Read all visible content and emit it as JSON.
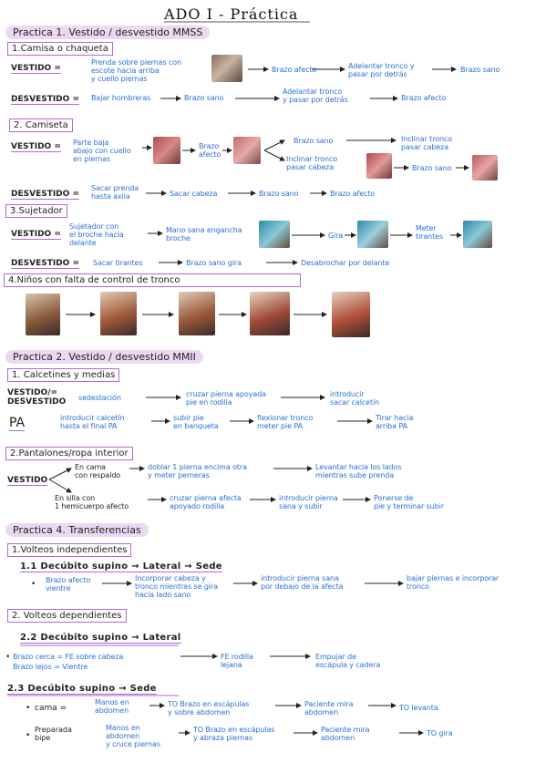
{
  "title": "ADO I - Práctica",
  "p1": {
    "header": "Practica 1. Vestido / desvestido MMSS",
    "s1": {
      "box": "1.Camisa o chaqueta",
      "vestido_label": "VESTIDO =",
      "v1": "Prenda sobre piernas con\nescote hacia arriba\ny cuello piernas",
      "v2": "Brazo afecto",
      "v3": "Adelantar tronco y\npasar por detrás",
      "v4": "Brazo sano",
      "desvestido_label": "DESVESTIDO =",
      "d1": "Bajar hombreras",
      "d2": "Brazo sano",
      "d3": "Adelantar tronco\ny pasar por detrás",
      "d4": "Brazo afecto"
    },
    "s2": {
      "box": "2. Camiseta",
      "vestido_label": "VESTIDO =",
      "v1": "Parte baja\nabajo con cuello\nen piernas",
      "v2": "Brazo\nafecto",
      "v3a": "Brazo sano",
      "v3b": "Inclinar tronco\npasar cabeza",
      "v4a": "Inclinar tronco\npasar cabeza",
      "v4b": "Brazo sano",
      "desvestido_label": "DESVESTIDO =",
      "d1": "Sacar prenda\nhasta axila",
      "d2": "Sacar cabeza",
      "d3": "Brazo sano",
      "d4": "Brazo afecto"
    },
    "s3": {
      "box": "3.Sujetador",
      "vestido_label": "VESTIDO =",
      "v1": "Sujetador con\nel broche hacia\ndelante",
      "v2": "Mano sana engancha\nbroche",
      "v3": "Gira",
      "v4": "Meter\ntirantes",
      "desvestido_label": "DESVESTIDO =",
      "d1": "Sacar tirantes",
      "d2": "Brazo sano gira",
      "d3": "Desabrochar por delante"
    },
    "s4": {
      "box": "4.Niños con falta de control de tronco"
    }
  },
  "p2": {
    "header": "Practica 2. Vestido / desvestido MMII",
    "s1": {
      "box": "1. Calcetines y medias",
      "vestido_label": "VESTIDO/=\nDESVESTIDO",
      "l1": "sedestación",
      "l2": "cruzar pierna apoyada\npie en rodilla",
      "l3": "introducir\nsacar calcetín",
      "pa_label": "PA",
      "pa1": "introducir calcetín\nhasta el final PA",
      "pa2": "subir pie\nen banqueta",
      "pa3": "flexionar tronco\nmeter pie PA",
      "pa4": "Tirar hacia\narriba PA"
    },
    "s2": {
      "box": "2.Pantalones/ropa interior",
      "vestido_label": "VESTIDO",
      "a1": "En cama\ncon respaldo",
      "a2": "doblar 1 pierna encima otra\ny meter perneras",
      "a3": "Levantar hacia los lados\nmientras sube prenda",
      "b1": "En silla con\n1 hemicuerpo afecto",
      "b2": "cruzar pierna afecta\napoyado rodilla",
      "b3": "introducir pierna\nsana y subir",
      "b4": "Ponerse de\npie y terminar subir"
    }
  },
  "p4": {
    "header": "Practica 4. Transferencias",
    "s1": {
      "box": "1.Volteos independientes",
      "sub": "1.1 Decúbito supino → Lateral → Sede",
      "l1": "Brazo afecto\nvientre",
      "l2": "Incorporar cabeza y\ntronco mientras se gira\nhacia lado sano",
      "l3": "introducir pierna sana\npor debajo de la afecta",
      "l4": "bajar piernas e incorporar\ntronco"
    },
    "s2": {
      "box": "2. Volteos dependientes",
      "sub1": "2.2 Decúbito supino → Lateral",
      "l1a": "Brazo cerca = FE sobre cabeza",
      "l1b": "Brazo lejos = Vientre",
      "l2": "FE rodilla\nlejana",
      "l3": "Empujar de\nescápula y cadera",
      "sub2": "2.3 Decúbito supino → Sede",
      "c_label": "cama =",
      "c1": "Manos en\nabdomen",
      "c2": "TO Brazo en escápulas\ny sobre abdomen",
      "c3": "Paciente mira\nabdomen",
      "c4": "TO levanta",
      "p_label": "Preparada\nbipe",
      "p1": "Manos en\nabdomen\ny cruce piernas",
      "p2": "TO Brazo en escápulas\ny abraza piernas",
      "p3": "Paciente mira\nabdomen",
      "p4": "TO gira"
    }
  },
  "icons": {
    "photo": "photo-thumbnail",
    "arrow": "arrow-right-icon"
  },
  "colors": {
    "ink_blue": "#2b6fd6",
    "highlight": "#ecd8f3",
    "box_border": "#b266d8"
  }
}
